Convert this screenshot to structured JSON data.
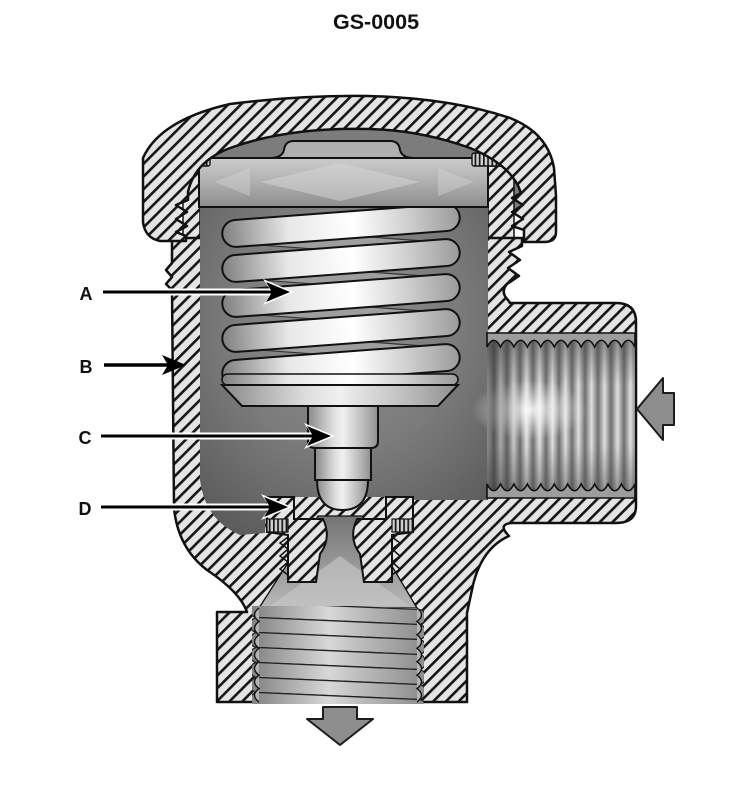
{
  "page": {
    "background": "#ffffff"
  },
  "diagram": {
    "title": "GS-0005",
    "subject": "spring-loaded valve cross-section",
    "labels": [
      {
        "id": "A",
        "text": "A"
      },
      {
        "id": "B",
        "text": "B"
      },
      {
        "id": "C",
        "text": "C"
      },
      {
        "id": "D",
        "text": "D"
      }
    ],
    "flow_arrows": [
      {
        "name": "inlet-flow-arrow",
        "direction": "left into side port"
      },
      {
        "name": "outlet-flow-arrow",
        "direction": "down out of bottom port"
      }
    ],
    "colors": {
      "background": "#ffffff",
      "line": "#111111",
      "hatch_fill": "#e4e4e4",
      "interior_dark": "#6f6f6f",
      "metal_highlight": "#ffffff",
      "flow_arrow_fill": "#8d8d8d"
    }
  }
}
